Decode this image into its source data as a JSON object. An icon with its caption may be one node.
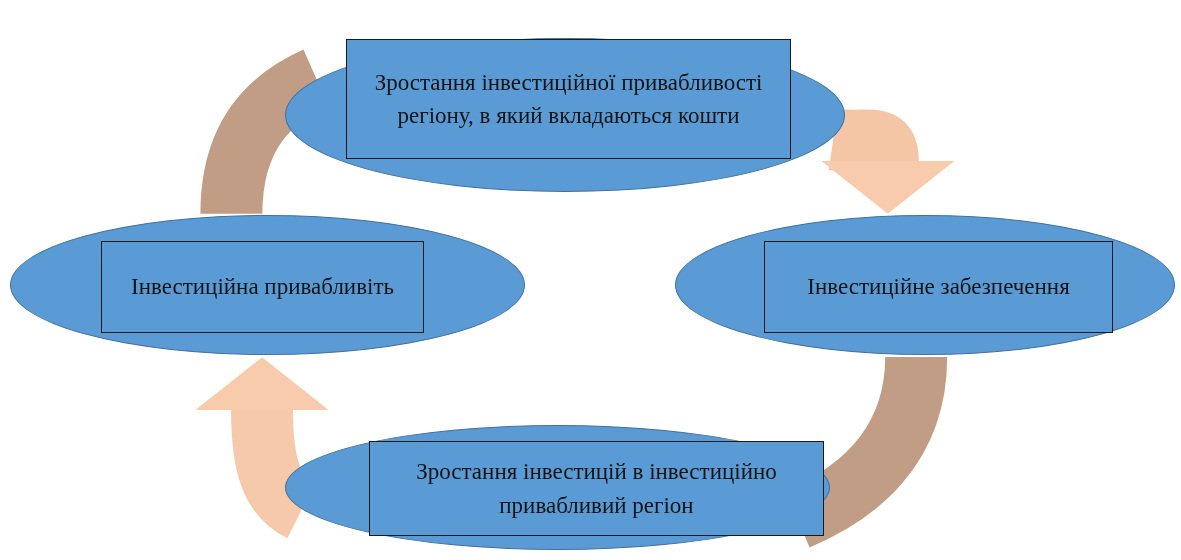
{
  "diagram": {
    "nodes": [
      {
        "text": [
          "Зростання інвестиційної привабливості регіону, в який вкладаються кошти"
        ]
      },
      {
        "text": [
          "Інвестиційна привабливіть"
        ]
      },
      {
        "text": [
          "Інвестиційне забезпечення"
        ]
      },
      {
        "text": [
          "Зростання інвестицій в інвестиційно привабливий регіон"
        ]
      }
    ],
    "edges": [
      {
        "from": 1,
        "to": 0,
        "arrow": "none"
      },
      {
        "from": 0,
        "to": 2,
        "arrow": "to"
      },
      {
        "from": 2,
        "to": 3,
        "arrow": "none"
      },
      {
        "from": 3,
        "to": 1,
        "arrow": "to"
      }
    ]
  }
}
